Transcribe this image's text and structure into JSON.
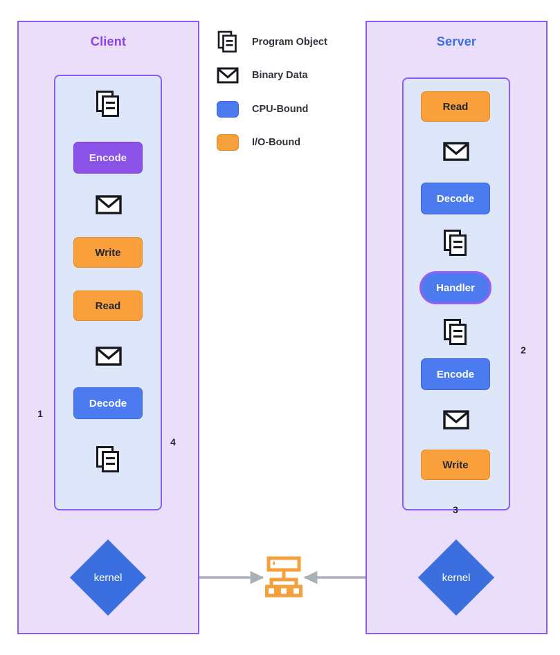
{
  "diagram": {
    "title_client": "Client",
    "title_server": "Server",
    "colors": {
      "panel_fill": "#EBDEFB",
      "panel_border": "#8B5CF6",
      "inner_fill": "#DEE6FA",
      "cpu_bound": "#4C7BEF",
      "io_bound": "#F4A03C",
      "encode_client": "#8B52E8",
      "handler_border": "#9B5FEF",
      "kernel_fill": "#3B6FE0",
      "arrow_grey": "#AAB0B8",
      "flow_orange": "#F4A03C",
      "flow_red": "#F4606C",
      "client_title": "#8B3FE8",
      "server_title": "#3B6FE0"
    },
    "legend": [
      {
        "icon": "program-object-icon",
        "label": "Program Object",
        "kind": "icon"
      },
      {
        "icon": "binary-data-icon",
        "label": "Binary Data",
        "kind": "icon"
      },
      {
        "icon": "cpu-bound-swatch",
        "label": "CPU-Bound",
        "kind": "chip-cpu"
      },
      {
        "icon": "io-bound-swatch",
        "label": "I/O-Bound",
        "kind": "chip-io"
      }
    ],
    "client_flow": [
      {
        "type": "program-object",
        "label": ""
      },
      {
        "type": "cpu",
        "label": "Encode"
      },
      {
        "type": "binary-data",
        "label": ""
      },
      {
        "type": "io",
        "label": "Write"
      },
      {
        "type": "io",
        "label": "Read"
      },
      {
        "type": "binary-data",
        "label": ""
      },
      {
        "type": "cpu",
        "label": "Decode"
      },
      {
        "type": "program-object",
        "label": ""
      }
    ],
    "server_flow": [
      {
        "type": "io",
        "label": "Read"
      },
      {
        "type": "binary-data",
        "label": ""
      },
      {
        "type": "cpu",
        "label": "Decode"
      },
      {
        "type": "program-object",
        "label": ""
      },
      {
        "type": "handler",
        "label": "Handler"
      },
      {
        "type": "program-object",
        "label": ""
      },
      {
        "type": "cpu",
        "label": "Encode"
      },
      {
        "type": "binary-data",
        "label": ""
      },
      {
        "type": "io",
        "label": "Write"
      }
    ],
    "kernel_client": "kernel",
    "kernel_server": "kernel",
    "network_icon": "network-sitemap-icon",
    "flow_labels": {
      "step1": "1",
      "step2": "2",
      "step3": "3",
      "step4": "4"
    }
  }
}
